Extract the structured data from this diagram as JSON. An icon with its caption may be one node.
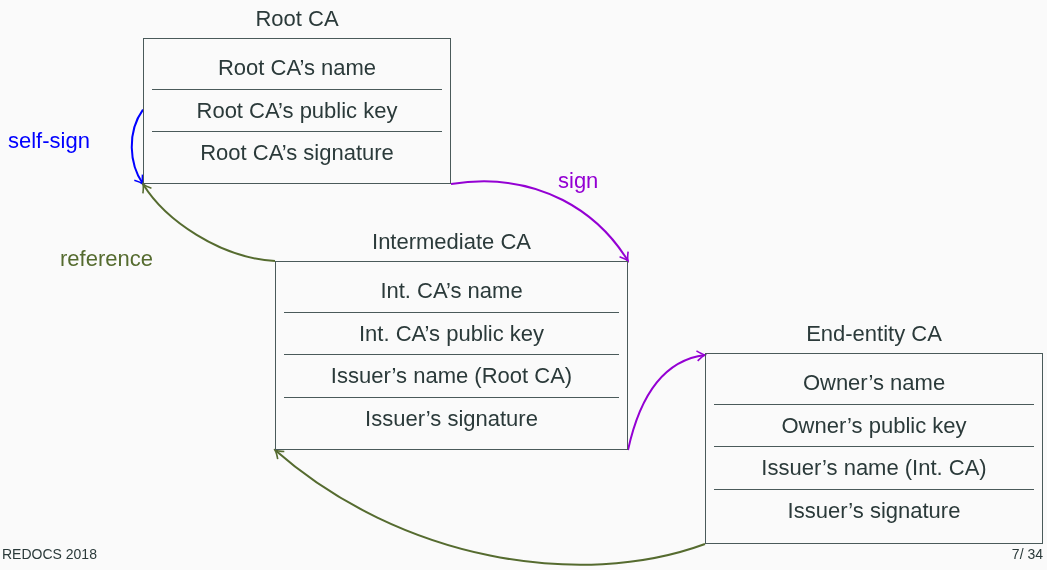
{
  "diagram": {
    "nodes": [
      {
        "text": [
          "Root CA",
          "Root CA’s name",
          "Root CA’s public key",
          "Root CA’s signature"
        ]
      },
      {
        "text": [
          "Intermediate CA",
          "Int. CA’s name",
          "Int. CA’s public key",
          "Issuer’s name (Root CA)",
          "Issuer’s signature"
        ]
      },
      {
        "text": [
          "End-entity CA",
          "Owner’s name",
          "Owner’s public key",
          "Issuer’s name (Int. CA)",
          "Issuer’s signature"
        ]
      }
    ],
    "edges": [
      {
        "from": 0,
        "to": 0,
        "arrow": "to",
        "label": "self-sign",
        "color": "#0000ff"
      },
      {
        "from": 0,
        "to": 1,
        "arrow": "to",
        "label": "sign",
        "color": "#9400d3"
      },
      {
        "from": 1,
        "to": 0,
        "arrow": "to",
        "label": "reference",
        "color": "#556b2f"
      },
      {
        "from": 1,
        "to": 2,
        "arrow": "to",
        "color": "#9400d3"
      },
      {
        "from": 2,
        "to": 1,
        "arrow": "to",
        "color": "#556b2f"
      }
    ],
    "labels": [
      "REDOCS 2018",
      "7/ 34"
    ]
  }
}
